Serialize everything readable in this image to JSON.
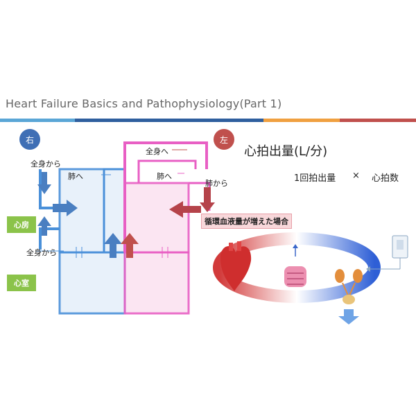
{
  "title": "Heart Failure Basics and Pathophysiology(Part 1)",
  "badges": {
    "right": "右",
    "left": "左"
  },
  "labels": {
    "from_body_top": "全身から",
    "from_body_bottom": "全身から",
    "to_lung_right": "肺へ",
    "to_body_left": "全身へ",
    "to_lung_left": "肺へ",
    "from_lung": "肺から"
  },
  "tags": {
    "atrium": "心房",
    "ventricle": "心室"
  },
  "heading": "心拍出量(L/分)",
  "formula": {
    "stroke": "1回拍出量",
    "op": "×",
    "rate": "心拍数"
  },
  "callout": "循環血液量が増えた場合",
  "colors": {
    "right_blue": "#4a7fc1",
    "left_red": "#c0504d",
    "pink": "#e85fc4",
    "arrow_red": "#b5434a",
    "tag_green": "#8bc34a"
  },
  "icons": [
    "heart-icon",
    "intestine-icon",
    "kidney-icon",
    "bladder-icon",
    "iv-bag-icon",
    "down-arrow-icon"
  ]
}
